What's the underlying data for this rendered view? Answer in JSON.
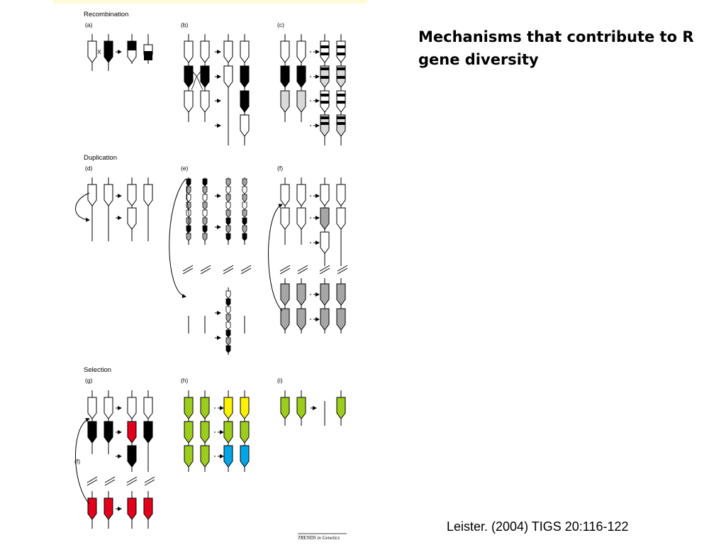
{
  "slide": {
    "title": "Mechanisms that contribute to R gene diversity",
    "citation": "Leister. (2004) TIGS 20:116-122"
  },
  "figure": {
    "sections": {
      "recombination": "Recombination",
      "duplication": "Duplication",
      "selection": "Selection"
    },
    "panels": {
      "a": "(a)",
      "b": "(b)",
      "c": "(c)",
      "d": "(d)",
      "e": "(e)",
      "f": "(f)",
      "g": "(g)",
      "h": "(h)",
      "i": "(i)",
      "f_ref": "(f)"
    },
    "cross_mark": "X",
    "credit": "TRENDS in Genetics"
  },
  "colors": {
    "black": "#000000",
    "white": "#ffffff",
    "gray": "#a6a6a6",
    "light_gray": "#d9d9d9",
    "red": "#e3001b",
    "green": "#9ccc1c",
    "yellow": "#fff200",
    "blue": "#00a6e6",
    "header_band": "#fffbd6"
  }
}
